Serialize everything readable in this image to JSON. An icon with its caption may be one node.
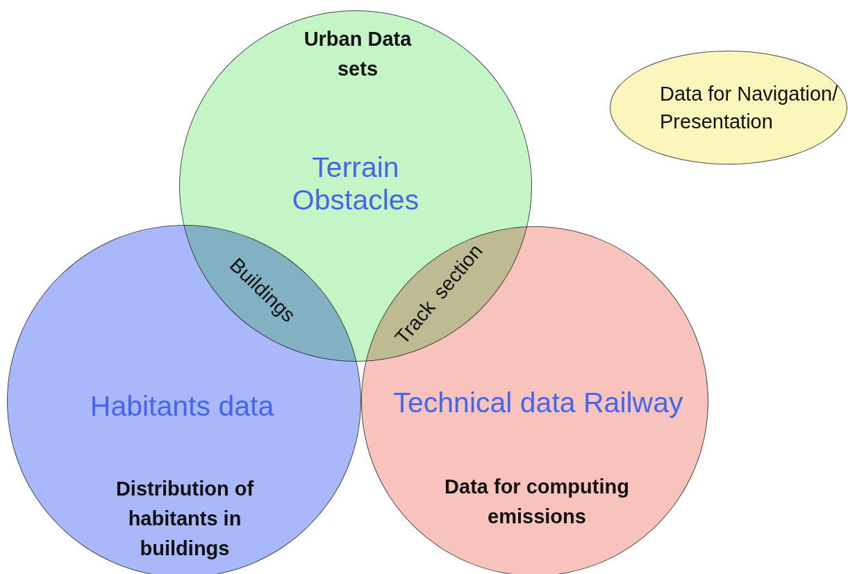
{
  "diagram": {
    "nodes": [
      {
        "text": [
          "Urban Data sets",
          "Terrain Obstacles"
        ]
      },
      {
        "text": [
          "Habitants data",
          "Distribution of habitants in buildings"
        ]
      },
      {
        "text": [
          "Technical data Railway",
          "Data for computing emissions"
        ]
      },
      {
        "text": [
          "Data for Navigation/ Presentation"
        ]
      }
    ],
    "labels": [
      "Buildings",
      "Track section"
    ]
  }
}
